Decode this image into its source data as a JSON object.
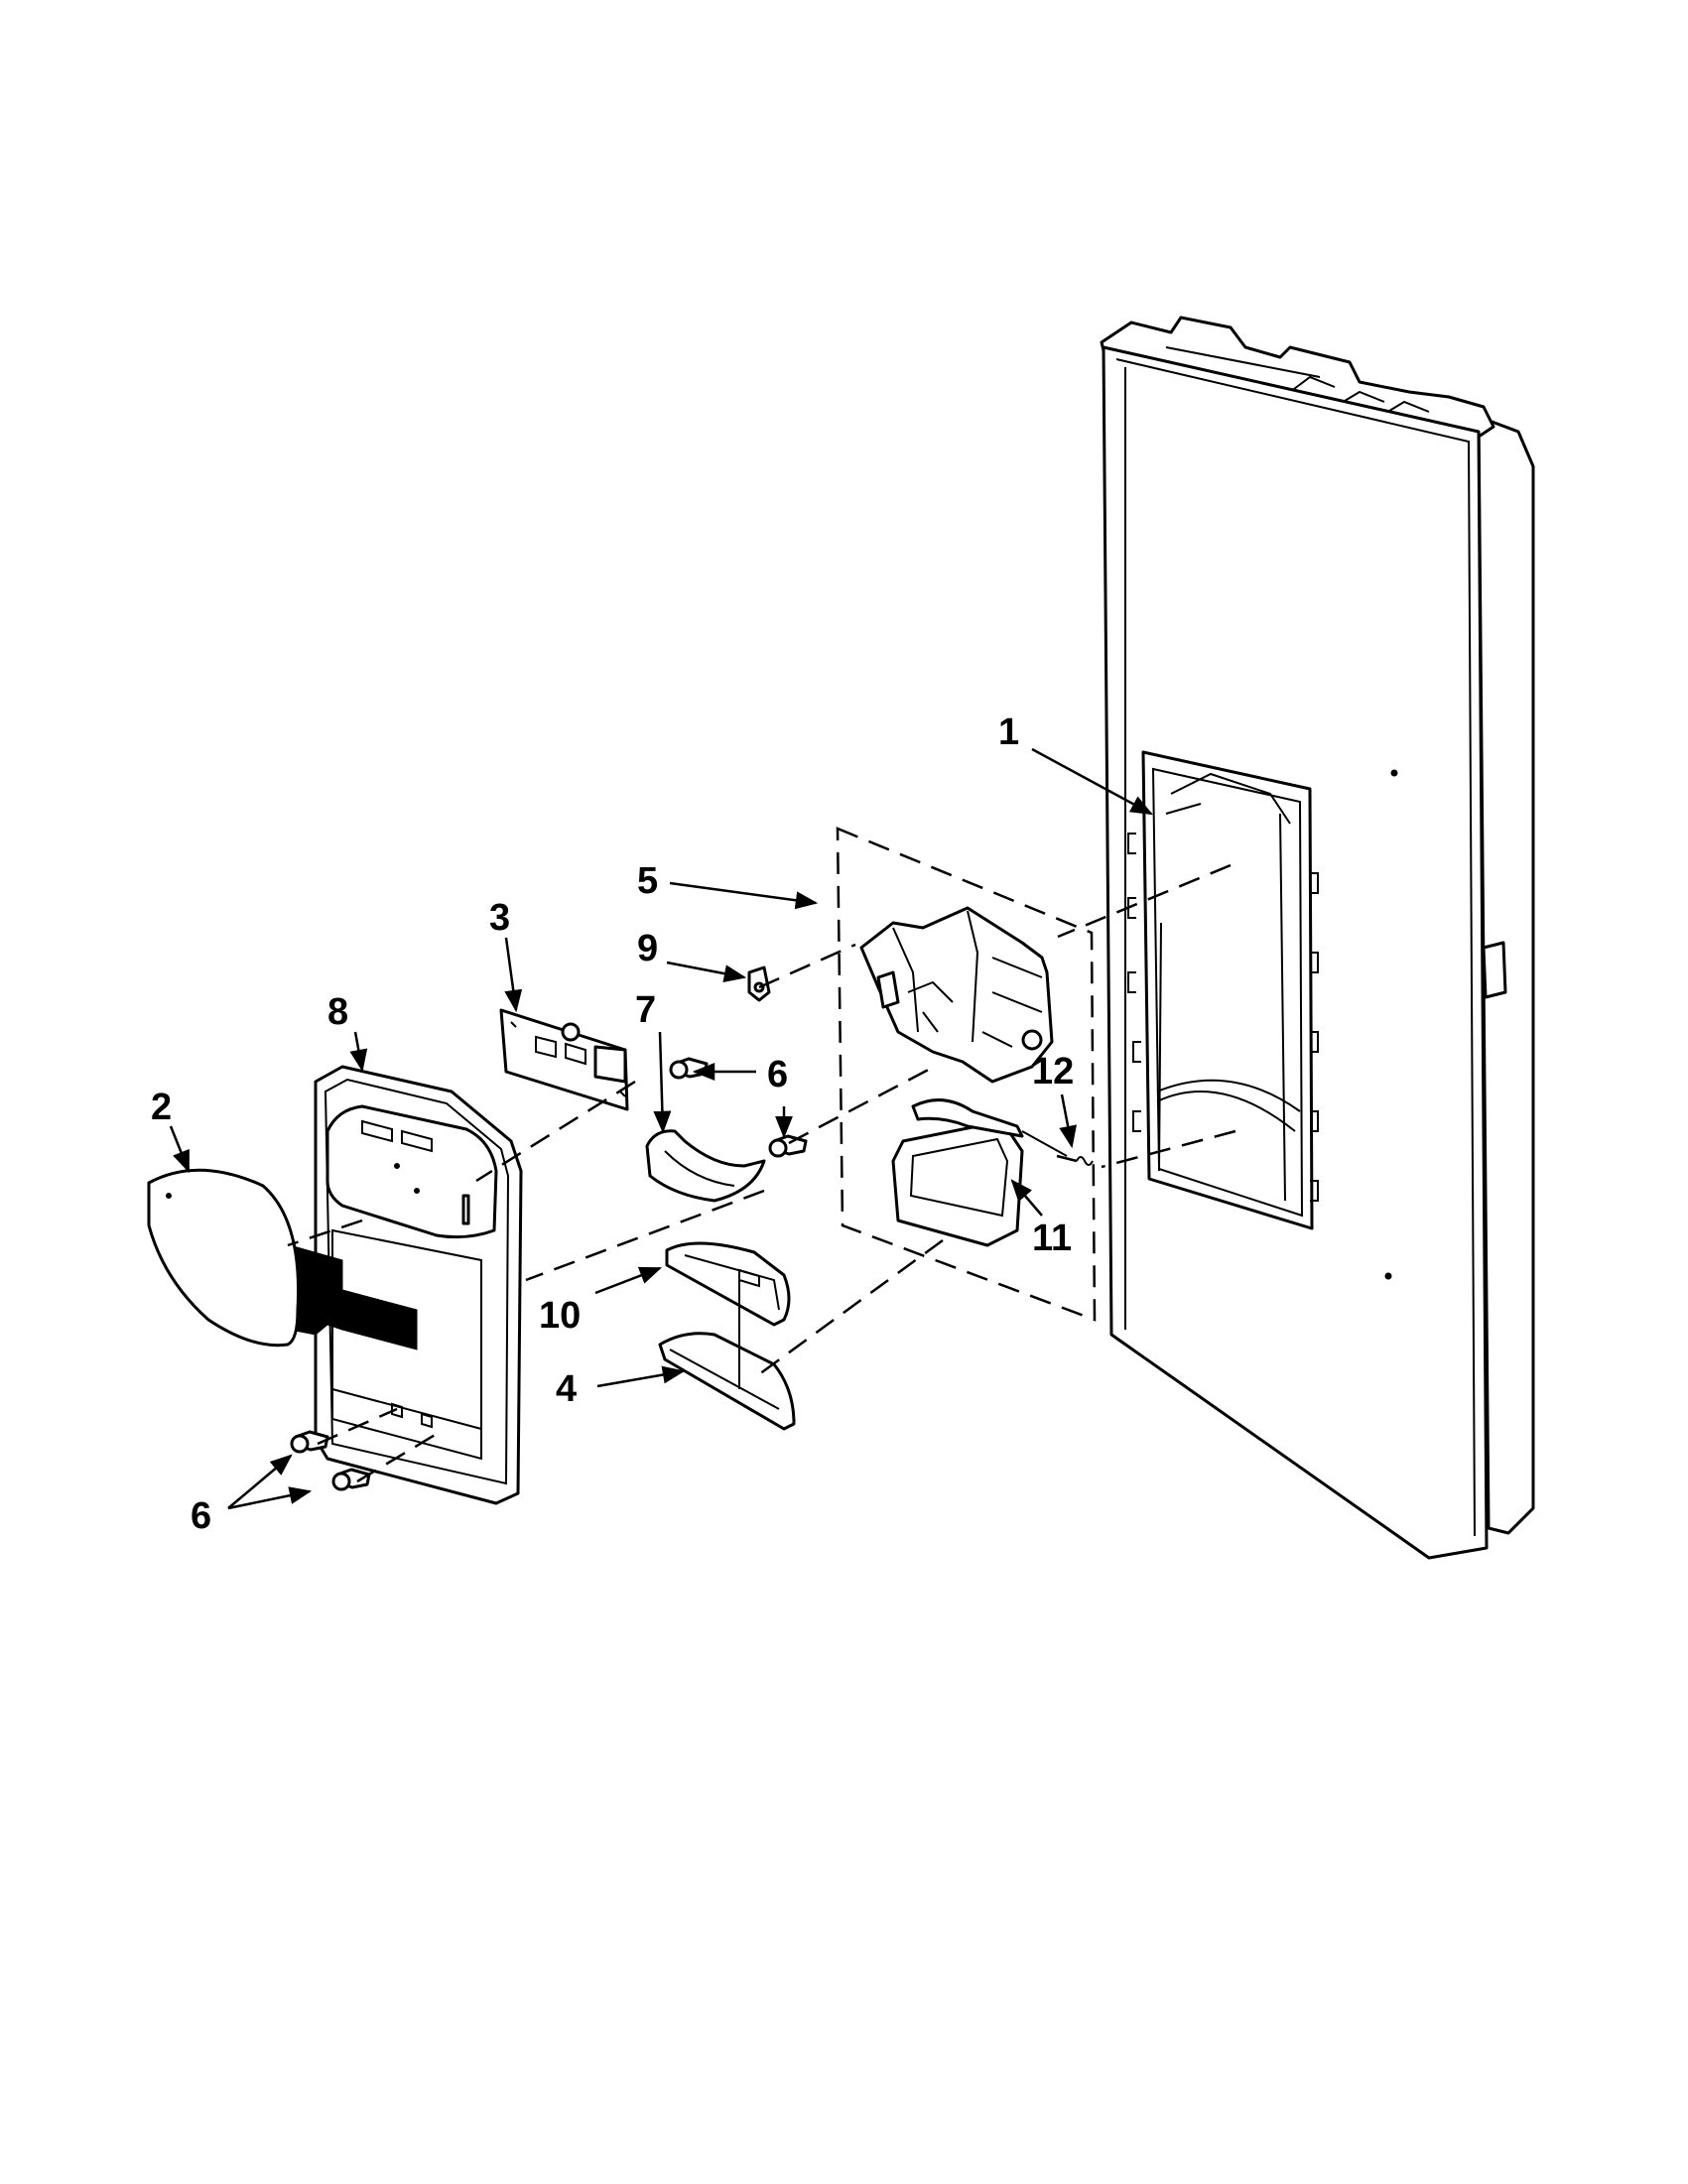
{
  "callouts": {
    "c1": "1",
    "c2": "2",
    "c3": "3",
    "c4": "4",
    "c5": "5",
    "c6a": "6",
    "c6b": "6",
    "c6c": "6",
    "c7": "7",
    "c8": "8",
    "c9": "9",
    "c10": "10",
    "c11": "11",
    "c12": "12"
  }
}
